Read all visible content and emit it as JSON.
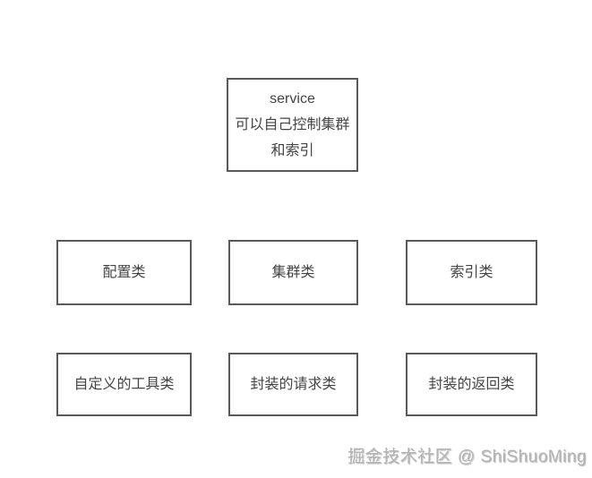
{
  "page": {
    "background_color": "#ffffff",
    "box_border_color": "#595959",
    "box_text_color": "#444444"
  },
  "diagram": {
    "top_box": {
      "lines": [
        "service",
        "可以自己控制集群",
        "和索引"
      ]
    },
    "middle_row": [
      {
        "label": "配置类"
      },
      {
        "label": "集群类"
      },
      {
        "label": "索引类"
      }
    ],
    "bottom_row": [
      {
        "label": "自定义的工具类"
      },
      {
        "label": "封装的请求类"
      },
      {
        "label": "封装的返回类"
      }
    ]
  },
  "watermark": {
    "text": "掘金技术社区 @ ShiShuoMing",
    "color": "#b3b3b3"
  }
}
